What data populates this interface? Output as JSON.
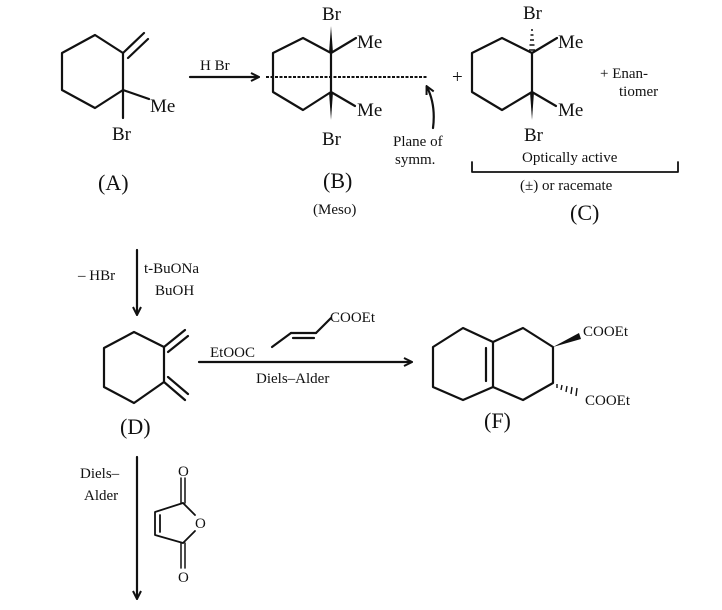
{
  "compounds": {
    "A": {
      "label": "(A)",
      "me": "Me",
      "br": "Br"
    },
    "B": {
      "label": "(B)",
      "note": "(Meso)",
      "br_top": "Br",
      "br_bottom": "Br",
      "me_top": "Me",
      "me_bottom": "Me",
      "plane_line1": "Plane of",
      "plane_line2": "symm."
    },
    "C": {
      "label": "(C)",
      "br_top": "Br",
      "br_bottom": "Br",
      "me_top": "Me",
      "me_bottom": "Me",
      "enantiomer_line1": "+ Enan-",
      "enantiomer_line2": "tiomer",
      "optically_active": "Optically active",
      "racemate": "(±) or racemate"
    },
    "D": {
      "label": "(D)"
    },
    "F": {
      "label": "(F)",
      "ester_top": "COOEt",
      "ester_bottom": "COOEt"
    },
    "maleic_anhydride": {
      "o_top": "O",
      "o_ring": "O",
      "o_bottom": "O"
    },
    "fumarate": {
      "left": "EtOOC",
      "right": "COOEt"
    }
  },
  "reactions": {
    "a_to_b": {
      "reagent": "H Br"
    },
    "plus": "+",
    "a_to_d": {
      "left": "– HBr",
      "reagent1": "t-BuONa",
      "reagent2": "BuOH"
    },
    "d_to_f": {
      "condition": "Diels–Alder"
    },
    "d_down": {
      "line1": "Diels–",
      "line2": "Alder"
    }
  }
}
